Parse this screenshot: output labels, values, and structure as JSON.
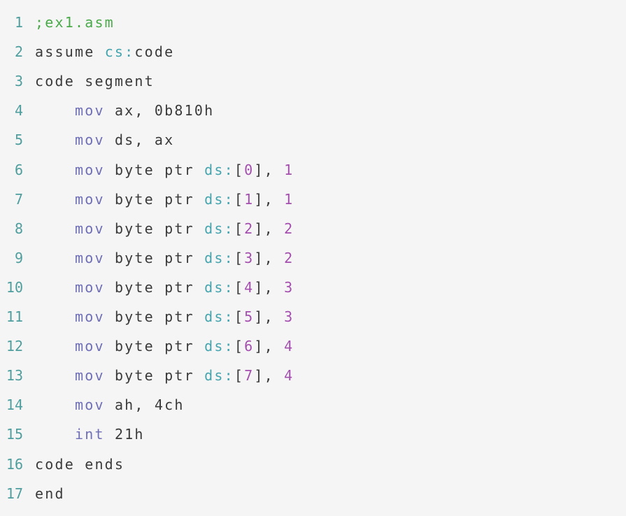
{
  "editor": {
    "lines": [
      {
        "n": "1",
        "indent": "",
        "tokens": [
          {
            "t": ";ex1.asm",
            "k": "comment"
          }
        ]
      },
      {
        "n": "2",
        "indent": "",
        "tokens": [
          {
            "t": "assume ",
            "k": "plain"
          },
          {
            "t": "cs:",
            "k": "reg"
          },
          {
            "t": "code",
            "k": "plain"
          }
        ]
      },
      {
        "n": "3",
        "indent": "",
        "tokens": [
          {
            "t": "code segment",
            "k": "plain"
          }
        ]
      },
      {
        "n": "4",
        "indent": "    ",
        "tokens": [
          {
            "t": "mov",
            "k": "kw"
          },
          {
            "t": " ax, 0b810h",
            "k": "plain"
          }
        ]
      },
      {
        "n": "5",
        "indent": "    ",
        "tokens": [
          {
            "t": "mov",
            "k": "kw"
          },
          {
            "t": " ds, ax",
            "k": "plain"
          }
        ]
      },
      {
        "n": "6",
        "indent": "    ",
        "tokens": [
          {
            "t": "mov",
            "k": "kw"
          },
          {
            "t": " byte ptr ",
            "k": "plain"
          },
          {
            "t": "ds:",
            "k": "reg"
          },
          {
            "t": "[",
            "k": "plain"
          },
          {
            "t": "0",
            "k": "num"
          },
          {
            "t": "], ",
            "k": "plain"
          },
          {
            "t": "1",
            "k": "num"
          }
        ]
      },
      {
        "n": "7",
        "indent": "    ",
        "tokens": [
          {
            "t": "mov",
            "k": "kw"
          },
          {
            "t": " byte ptr ",
            "k": "plain"
          },
          {
            "t": "ds:",
            "k": "reg"
          },
          {
            "t": "[",
            "k": "plain"
          },
          {
            "t": "1",
            "k": "num"
          },
          {
            "t": "], ",
            "k": "plain"
          },
          {
            "t": "1",
            "k": "num"
          }
        ]
      },
      {
        "n": "8",
        "indent": "    ",
        "tokens": [
          {
            "t": "mov",
            "k": "kw"
          },
          {
            "t": " byte ptr ",
            "k": "plain"
          },
          {
            "t": "ds:",
            "k": "reg"
          },
          {
            "t": "[",
            "k": "plain"
          },
          {
            "t": "2",
            "k": "num"
          },
          {
            "t": "], ",
            "k": "plain"
          },
          {
            "t": "2",
            "k": "num"
          }
        ]
      },
      {
        "n": "9",
        "indent": "    ",
        "tokens": [
          {
            "t": "mov",
            "k": "kw"
          },
          {
            "t": " byte ptr ",
            "k": "plain"
          },
          {
            "t": "ds:",
            "k": "reg"
          },
          {
            "t": "[",
            "k": "plain"
          },
          {
            "t": "3",
            "k": "num"
          },
          {
            "t": "], ",
            "k": "plain"
          },
          {
            "t": "2",
            "k": "num"
          }
        ]
      },
      {
        "n": "10",
        "indent": "    ",
        "tokens": [
          {
            "t": "mov",
            "k": "kw"
          },
          {
            "t": " byte ptr ",
            "k": "plain"
          },
          {
            "t": "ds:",
            "k": "reg"
          },
          {
            "t": "[",
            "k": "plain"
          },
          {
            "t": "4",
            "k": "num"
          },
          {
            "t": "], ",
            "k": "plain"
          },
          {
            "t": "3",
            "k": "num"
          }
        ]
      },
      {
        "n": "11",
        "indent": "    ",
        "tokens": [
          {
            "t": "mov",
            "k": "kw"
          },
          {
            "t": " byte ptr ",
            "k": "plain"
          },
          {
            "t": "ds:",
            "k": "reg"
          },
          {
            "t": "[",
            "k": "plain"
          },
          {
            "t": "5",
            "k": "num"
          },
          {
            "t": "], ",
            "k": "plain"
          },
          {
            "t": "3",
            "k": "num"
          }
        ]
      },
      {
        "n": "12",
        "indent": "    ",
        "tokens": [
          {
            "t": "mov",
            "k": "kw"
          },
          {
            "t": " byte ptr ",
            "k": "plain"
          },
          {
            "t": "ds:",
            "k": "reg"
          },
          {
            "t": "[",
            "k": "plain"
          },
          {
            "t": "6",
            "k": "num"
          },
          {
            "t": "], ",
            "k": "plain"
          },
          {
            "t": "4",
            "k": "num"
          }
        ]
      },
      {
        "n": "13",
        "indent": "    ",
        "tokens": [
          {
            "t": "mov",
            "k": "kw"
          },
          {
            "t": " byte ptr ",
            "k": "plain"
          },
          {
            "t": "ds:",
            "k": "reg"
          },
          {
            "t": "[",
            "k": "plain"
          },
          {
            "t": "7",
            "k": "num"
          },
          {
            "t": "], ",
            "k": "plain"
          },
          {
            "t": "4",
            "k": "num"
          }
        ]
      },
      {
        "n": "14",
        "indent": "    ",
        "tokens": [
          {
            "t": "mov",
            "k": "kw"
          },
          {
            "t": " ah, 4ch",
            "k": "plain"
          }
        ]
      },
      {
        "n": "15",
        "indent": "    ",
        "tokens": [
          {
            "t": "int",
            "k": "kw"
          },
          {
            "t": " 21h",
            "k": "plain"
          }
        ]
      },
      {
        "n": "16",
        "indent": "",
        "tokens": [
          {
            "t": "code ends",
            "k": "plain"
          }
        ]
      },
      {
        "n": "17",
        "indent": "",
        "tokens": [
          {
            "t": "end",
            "k": "plain"
          }
        ]
      }
    ]
  }
}
